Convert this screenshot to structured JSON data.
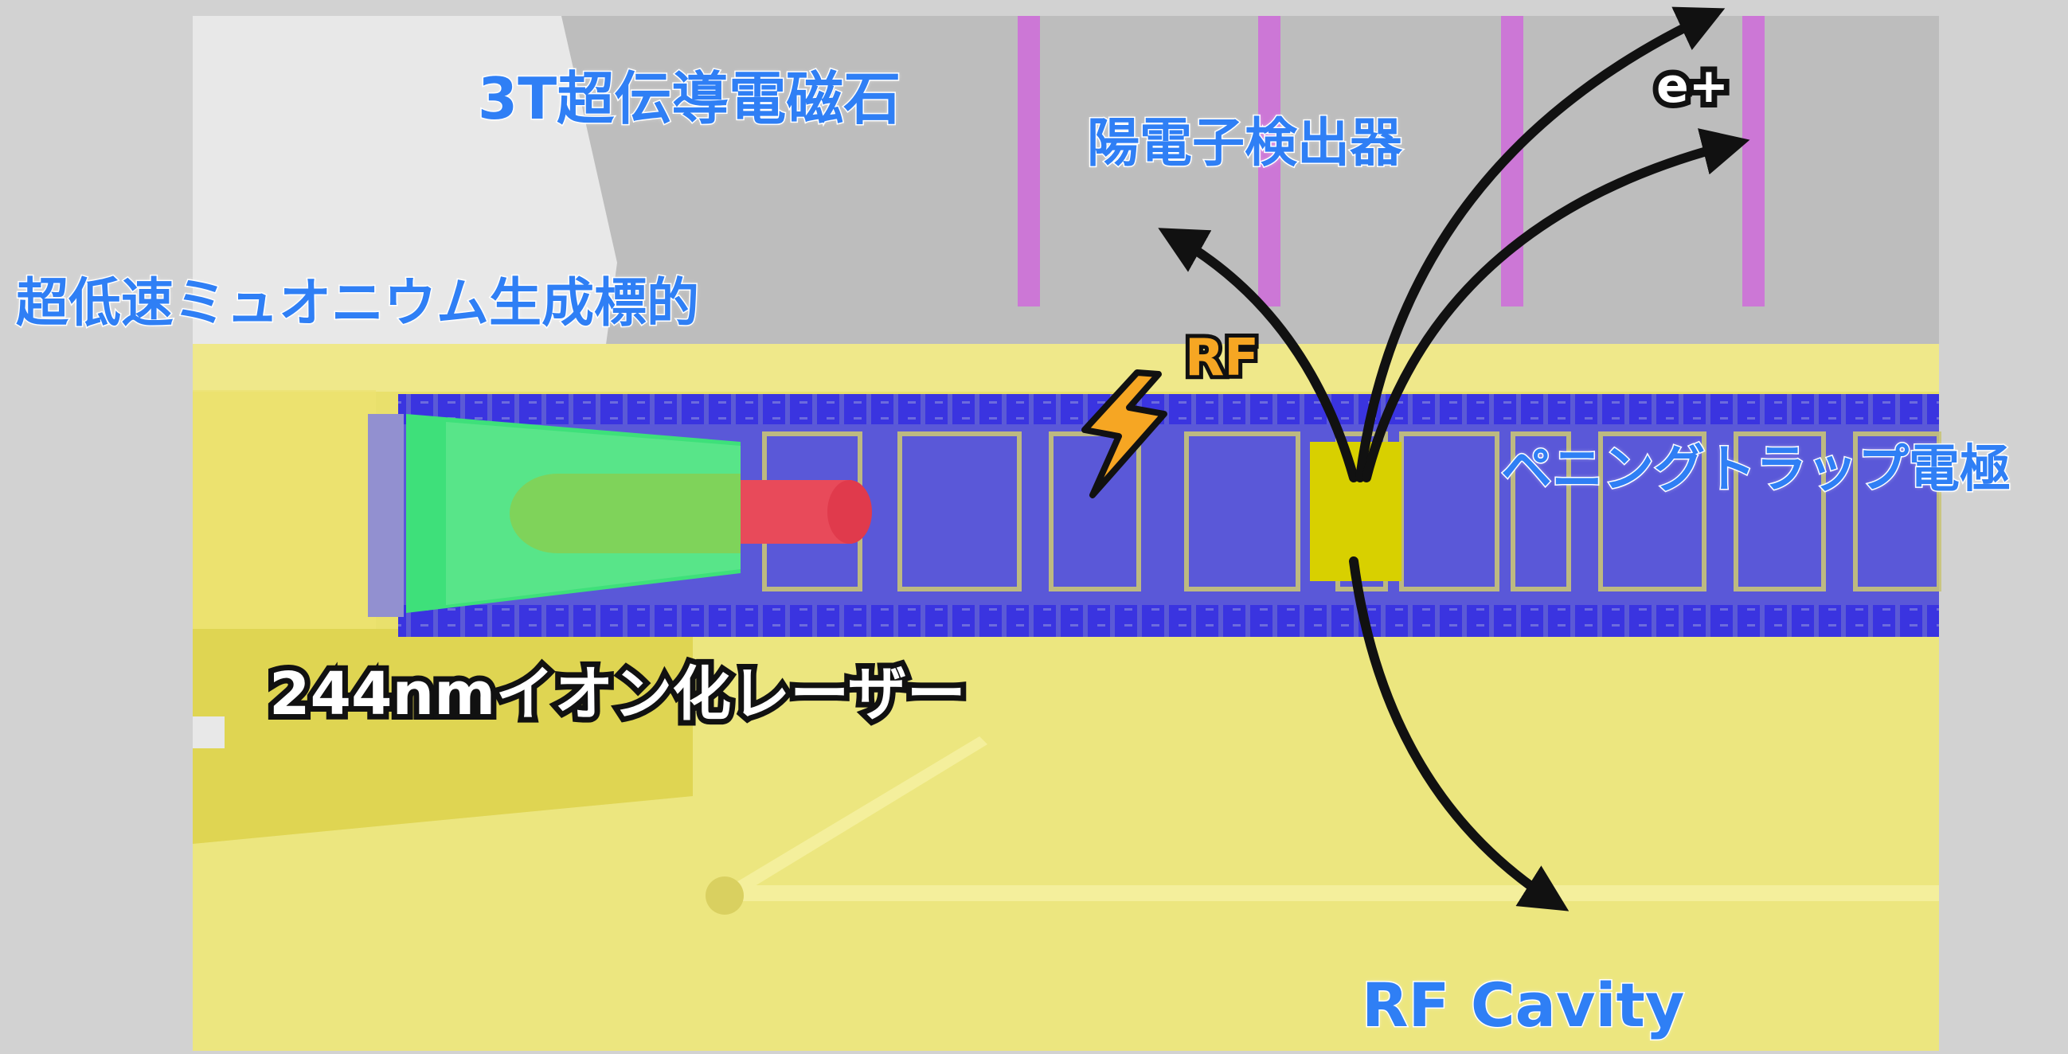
{
  "colors": {
    "background": "#d2d2d2",
    "magnet_gray": "#bdbdbd",
    "magnet_light": "#e8e8e8",
    "floor_yellow": "#e8df6a",
    "electrode_blue": "#3a34e0",
    "electrode_blue_light": "#5b5ad6",
    "target_green": "#3ee07a",
    "laser_red": "#e84a5a",
    "detector_pink": "#cc77d6",
    "cavity_yellow": "#d8d000",
    "label_blue": "#2f7ff5",
    "arrow_black": "#111111",
    "rf_orange": "#f6a623"
  },
  "labels": {
    "magnet": "3T超伝導電磁石",
    "detector": "陽電子検出器",
    "target": "超低速ミュオニウム生成標的",
    "electrode": "ペニングトラップ電極",
    "laser": "244nmイオン化レーザー",
    "rf_cavity": "RF Cavity",
    "rf": "RF",
    "positron": "e+"
  },
  "icons": {
    "rf_symbol": "lightning-bolt-icon"
  }
}
